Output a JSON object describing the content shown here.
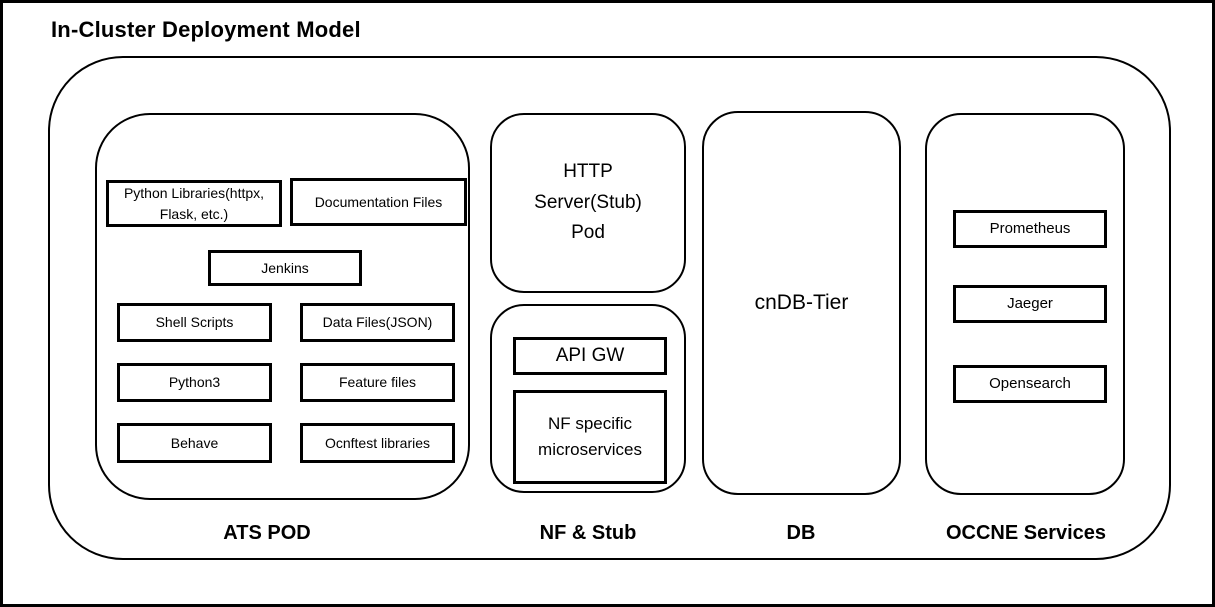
{
  "title": "In-Cluster Deployment Model",
  "colors": {
    "border": "#000000",
    "background": "#ffffff",
    "text": "#000000"
  },
  "sections": {
    "ats": {
      "label": "ATS POD",
      "boxes": [
        "Python Libraries(httpx, Flask, etc.)",
        "Documentation Files",
        "Jenkins",
        "Shell Scripts",
        "Data Files(JSON)",
        "Python3",
        "Feature files",
        "Behave",
        "Ocnftest libraries"
      ]
    },
    "nf_stub": {
      "label": "NF & Stub",
      "http_server_pod": "HTTP Server(Stub) Pod",
      "boxes": [
        "API GW",
        "NF specific microservices"
      ]
    },
    "db": {
      "label": "DB",
      "node": "cnDB-Tier"
    },
    "occne": {
      "label": "OCCNE Services",
      "boxes": [
        "Prometheus",
        "Jaeger",
        "Opensearch"
      ]
    }
  }
}
